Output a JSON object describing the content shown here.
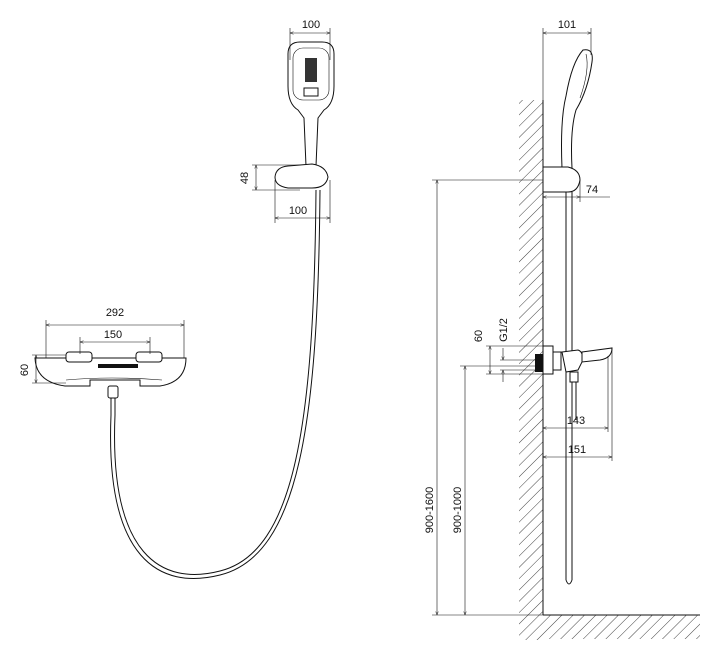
{
  "title": "Bath/shower mixer set dimension drawing",
  "left_view": {
    "dims": {
      "mixer_width": "292",
      "inlet_spacing": "150",
      "mixer_height": "60",
      "head_width": "100",
      "holder_height": "48",
      "holder_depth": "100"
    }
  },
  "side_view": {
    "dims": {
      "head_projection": "101",
      "holder_projection": "74",
      "connection_height": "60",
      "thread": "G1/2",
      "mixer_projection": "143",
      "max_projection": "151",
      "holder_height_range": "900-1600",
      "mixer_height_range": "900-1000"
    }
  },
  "colors": {
    "line": "#111111",
    "background": "#ffffff"
  }
}
